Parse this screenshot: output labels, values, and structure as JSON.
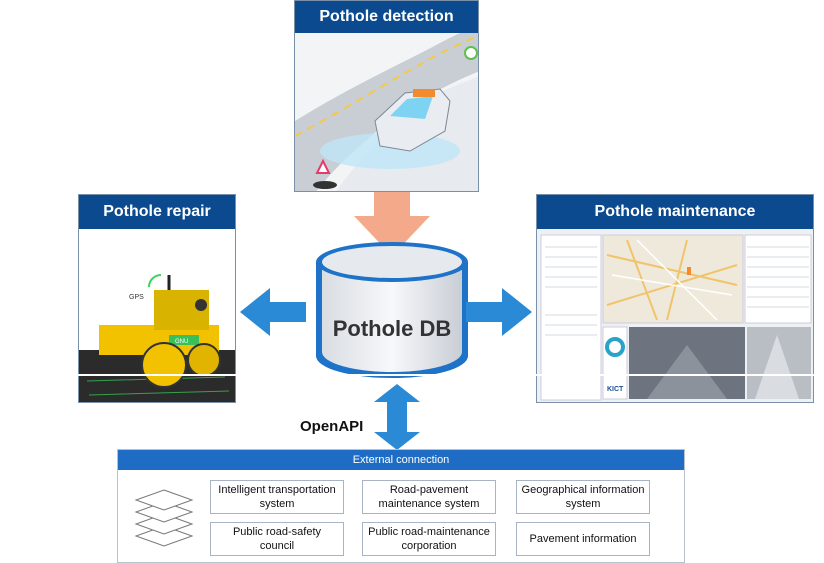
{
  "panels": {
    "detection": {
      "title": "Pothole detection"
    },
    "repair": {
      "title": "Pothole repair",
      "gps_label": "GPS",
      "mark_label": "GNU"
    },
    "maintenance": {
      "title": "Pothole maintenance",
      "logo_text": "KICT"
    }
  },
  "database": {
    "label": "Pothole DB"
  },
  "openapi_label": "OpenAPI",
  "external": {
    "header": "External connection",
    "items": [
      "Intelligent transportation system",
      "Road-pavement maintenance system",
      "Geographical information system",
      "Public road-safety council",
      "Public road-maintenance corporation",
      "Pavement information"
    ]
  },
  "colors": {
    "panel_title_bg": "#0b4a8f",
    "arrow_blue": "#2a8ad6",
    "arrow_down": "#f4a98a",
    "db_blue": "#1e72c8",
    "ext_header": "#1f6cc4"
  }
}
